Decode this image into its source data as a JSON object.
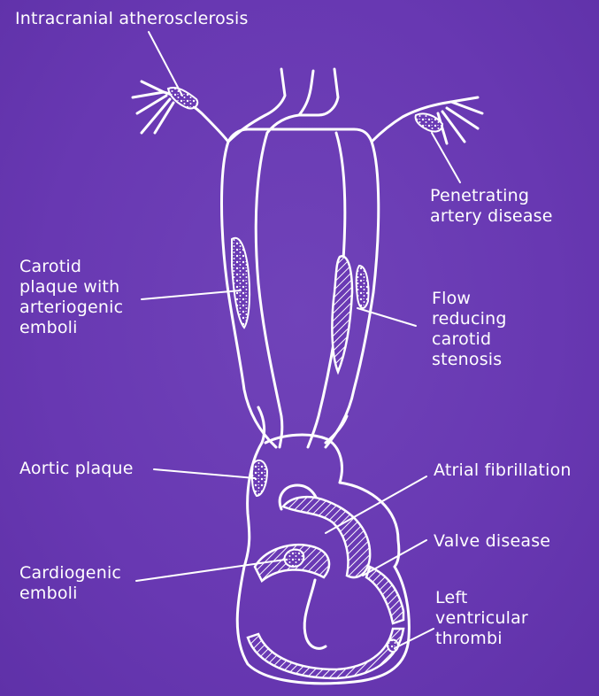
{
  "labels": {
    "intracranial": "Intracranial atherosclerosis",
    "penetrating": "Penetrating\nartery disease",
    "carotid_plaque": "Carotid\nplaque with\narteriogenic\nemboli",
    "flow_reducing": "Flow\nreducing\ncarotid\nstenosis",
    "aortic_plaque": "Aortic plaque",
    "atrial_fibrillation": "Atrial fibrillation",
    "valve_disease": "Valve disease",
    "cardiogenic": "Cardiogenic\nemboli",
    "lv_thrombi": "Left\nventricular\nthrombi"
  },
  "colors": {
    "background": "#6a3ab4",
    "line": "#ffffff"
  }
}
